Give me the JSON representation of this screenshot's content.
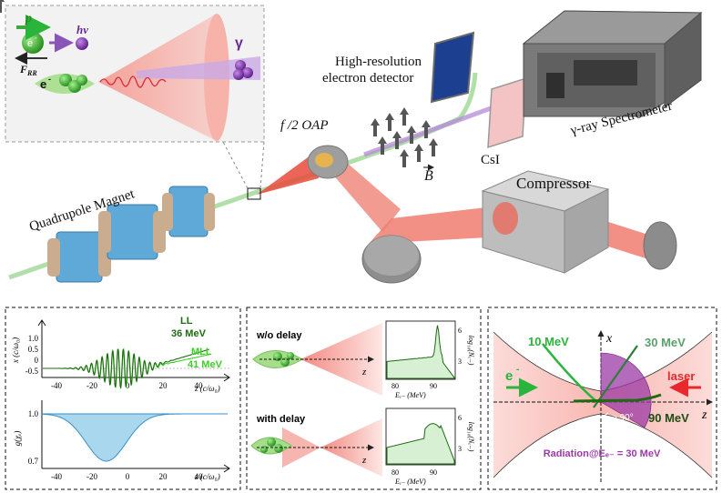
{
  "top": {
    "momentum_label": "p",
    "electron_symbol": "e",
    "electron_sup": "-",
    "photon_label": "hν",
    "rr_force_label": "F",
    "rr_force_sub": "RR",
    "gamma_label": "γ",
    "detector_label_1": "High-resolution",
    "detector_label_2": "electron detector",
    "spectrometer_label": "γ-ray Spectrometer",
    "oap_label": "f /2 OAP",
    "csi_label": "CsI",
    "b_label": "B",
    "compressor_label": "Compressor",
    "quadrupole_label": "Quadrupole Magnet"
  },
  "panel_left": {
    "curve_ll_name": "LL",
    "curve_ll_energy": "36 MeV",
    "curve_mll_name": "MLL",
    "curve_mll_energy": "41 MeV",
    "colors": {
      "ll": "#1d6b10",
      "mll": "#3fcf2a",
      "g_fill": "#a9d8ee",
      "g_line": "#3b8fc4"
    },
    "top_plot": {
      "ylabel": "x (c/ω₀)",
      "yticks": [
        "1.0",
        "0.5",
        "0",
        "-0.5"
      ],
      "xticks": [
        "-40",
        "-20",
        "0",
        "20",
        "40"
      ]
    },
    "bottom_plot": {
      "ylabel": "g(χₑ)",
      "yticks": [
        "1.0",
        "0.7"
      ],
      "xticks": [
        "-40",
        "-20",
        "0",
        "20",
        "40"
      ],
      "xlabel": "z (c/ω₀)"
    },
    "top_xlabel": "z (c/ω₀)"
  },
  "panel_mid": {
    "row1_label": "w/o delay",
    "row2_label": "with delay",
    "z_label": "z",
    "inset_xlabel": "Eₑ₋ (MeV)",
    "inset_ylabel": "log₁₀(Nₑ₋)",
    "inset_xticks": [
      "80",
      "90"
    ],
    "inset_yticks": [
      "6",
      "3"
    ]
  },
  "panel_right": {
    "x_label": "x",
    "z_label": "z",
    "e_label": "e",
    "e_sup": "-",
    "laser_label": "laser",
    "label_10": "10 MeV",
    "label_30": "30 MeV",
    "label_90": "90 MeV",
    "angle_label": "> 90°",
    "radiation_label": "Radiation@Eₑ₋ = 30 MeV",
    "colors": {
      "electron": "#2bb43c",
      "laser": "#e8282a",
      "radiation": "#9b3aa6",
      "label_30": "#5aa06a"
    }
  }
}
